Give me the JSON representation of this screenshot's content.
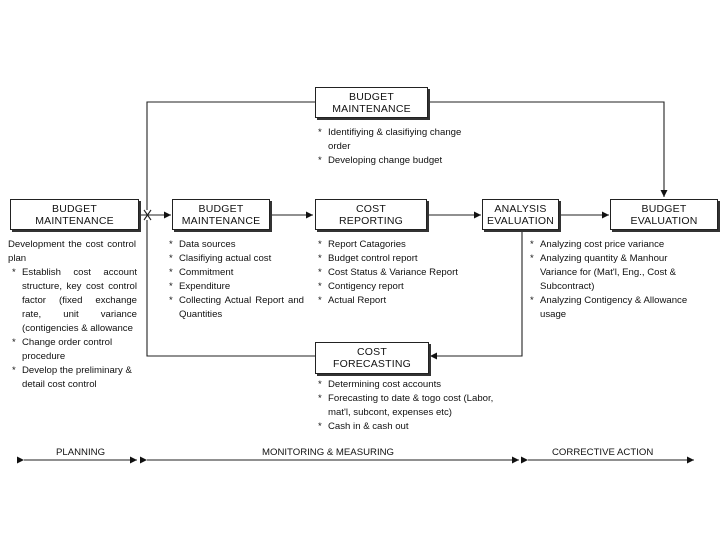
{
  "boxes": {
    "top_maintenance": {
      "line1": "BUDGET",
      "line2": "MAINTENANCE"
    },
    "planning_maintenance": {
      "line1": "BUDGET",
      "line2": "MAINTENANCE"
    },
    "monitor_maintenance": {
      "line1": "BUDGET",
      "line2": "MAINTENANCE"
    },
    "cost_reporting": {
      "line1": "COST",
      "line2": "REPORTING"
    },
    "analysis_evaluation": {
      "line1": "ANALYSIS",
      "line2": "EVALUATION"
    },
    "budget_evaluation": {
      "line1": "BUDGET",
      "line2": "EVALUATION"
    },
    "cost_forecasting": {
      "line1": "COST",
      "line2": "FORECASTING"
    }
  },
  "top_notes": [
    "Identifiying & clasifiying change order",
    "Developing change budget"
  ],
  "planning": {
    "intro": "Development the cost control plan",
    "items": [
      "Establish cost account structure, key cost control factor (fixed exchange rate, unit variance (contigencies & allowance",
      "Change order control procedure",
      "Develop the preliminary & detail cost control"
    ]
  },
  "monitor_notes": [
    "Data sources",
    "Clasifiying actual cost",
    "Commitment",
    "Expenditure",
    "Collecting Actual Report and Quantities"
  ],
  "reporting_notes": [
    "Report Catagories",
    "Budget control report",
    "Cost Status & Variance Report",
    "Contigency report",
    "Actual Report"
  ],
  "evaluation_notes": [
    "Analyzing cost price variance",
    "Analyzing quantity & Manhour Variance for (Mat'l, Eng., Cost & Subcontract)",
    "Analyzing Contigency & Allowance usage"
  ],
  "forecast_notes": [
    "Determining cost accounts",
    "Forecasting to date & togo cost (Labor, mat'l, subcont, expenses etc)",
    "Cash in & cash out"
  ],
  "phases": {
    "planning": "PLANNING",
    "monitoring": "MONITORING & MEASURING",
    "corrective": "CORRECTIVE ACTION"
  }
}
